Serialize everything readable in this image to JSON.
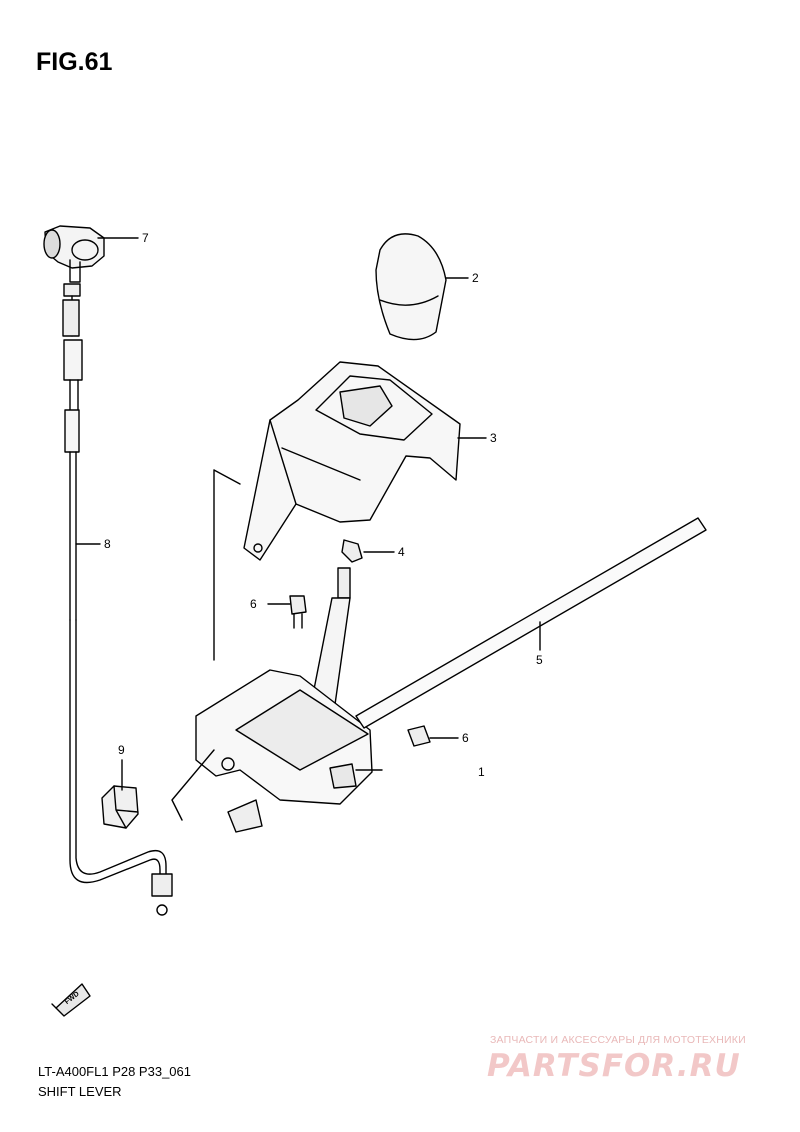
{
  "figure": {
    "title": "FIG.61"
  },
  "footer": {
    "model_code": "LT-A400FL1 P28 P33_061",
    "part_name": "SHIFT LEVER"
  },
  "callouts": [
    {
      "label": "1",
      "part": "shift-lever-assembly"
    },
    {
      "label": "2",
      "part": "shift-knob"
    },
    {
      "label": "3",
      "part": "shift-lever-cover"
    },
    {
      "label": "4",
      "part": "cover-bolt"
    },
    {
      "label": "5",
      "part": "shift-rod"
    },
    {
      "label": "6",
      "part": "bracket-bolt-upper"
    },
    {
      "label": "6",
      "part": "bracket-bolt-right"
    },
    {
      "label": "7",
      "part": "reverse-switch-connector"
    },
    {
      "label": "8",
      "part": "reverse-cable"
    },
    {
      "label": "9",
      "part": "cable-clamp"
    }
  ],
  "fwd_arrow": {
    "label": "FWD"
  },
  "watermark": {
    "subtitle": "ЗАПЧАСТИ И АКСЕССУАРЫ ДЛЯ МОТОТЕХНИКИ",
    "brand": "PARTSFOR.RU"
  }
}
